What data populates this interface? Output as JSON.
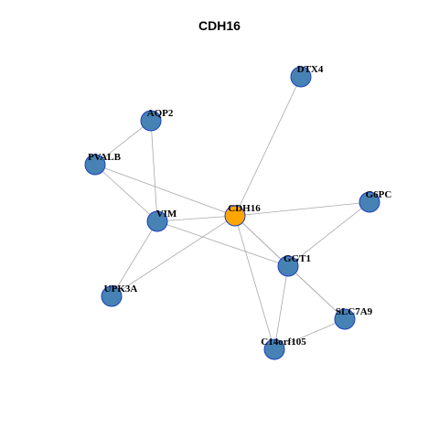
{
  "title": "CDH16",
  "colors": {
    "center": "#FFA500",
    "node": "#4682B4",
    "stroke": "#1F3FBF",
    "edge": "#A9A9A9"
  },
  "nodes": [
    {
      "id": "CDH16",
      "label": "CDH16",
      "role": "center"
    },
    {
      "id": "DTX4",
      "label": "DTX4",
      "role": "neighbor"
    },
    {
      "id": "AQP2",
      "label": "AQP2",
      "role": "neighbor"
    },
    {
      "id": "PVALB",
      "label": "PVALB",
      "role": "neighbor"
    },
    {
      "id": "VIM",
      "label": "VIM",
      "role": "neighbor"
    },
    {
      "id": "G6PC",
      "label": "G6PC",
      "role": "neighbor"
    },
    {
      "id": "GGT1",
      "label": "GGT1",
      "role": "neighbor"
    },
    {
      "id": "UPK3A",
      "label": "UPK3A",
      "role": "neighbor"
    },
    {
      "id": "SLC7A9",
      "label": "SLC7A9",
      "role": "neighbor"
    },
    {
      "id": "C14orf105",
      "label": "C14orf105",
      "role": "neighbor"
    }
  ],
  "edges": [
    [
      "CDH16",
      "DTX4"
    ],
    [
      "CDH16",
      "PVALB"
    ],
    [
      "CDH16",
      "VIM"
    ],
    [
      "CDH16",
      "G6PC"
    ],
    [
      "CDH16",
      "GGT1"
    ],
    [
      "CDH16",
      "UPK3A"
    ],
    [
      "CDH16",
      "SLC7A9"
    ],
    [
      "CDH16",
      "C14orf105"
    ],
    [
      "AQP2",
      "PVALB"
    ],
    [
      "AQP2",
      "VIM"
    ],
    [
      "PVALB",
      "VIM"
    ],
    [
      "VIM",
      "UPK3A"
    ],
    [
      "VIM",
      "GGT1"
    ],
    [
      "G6PC",
      "GGT1"
    ],
    [
      "GGT1",
      "SLC7A9"
    ],
    [
      "GGT1",
      "C14orf105"
    ],
    [
      "SLC7A9",
      "C14orf105"
    ]
  ]
}
